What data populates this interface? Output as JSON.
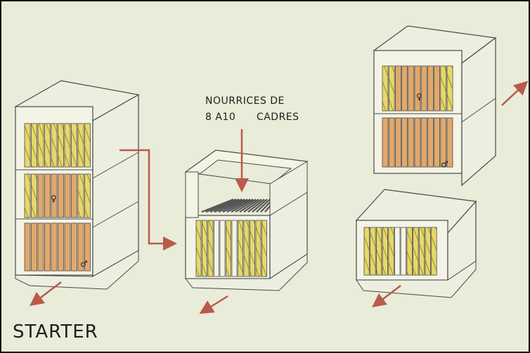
{
  "figure": {
    "title": "STARTER",
    "caption_line1": "NOURRICES DE",
    "caption_line2": "8 A10      CADRES",
    "queen_symbol": "♀",
    "male_symbol": "♂"
  },
  "colors": {
    "background": "#e9ecd8",
    "box_face": "#f3f3e6",
    "box_top": "#eceee0",
    "outline": "#4a4a4a",
    "brood_frame": "#e0a86c",
    "honey_frame": "#e6d86a",
    "arrow": "#b85a4c"
  }
}
